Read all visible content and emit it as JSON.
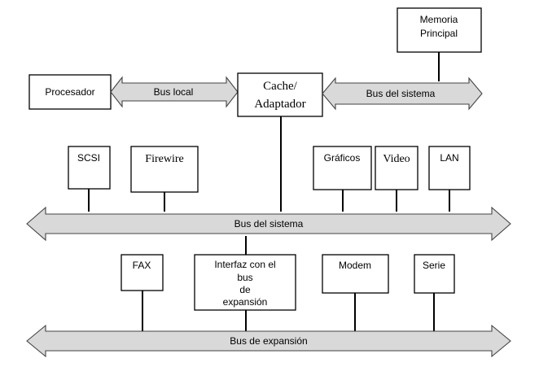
{
  "diagram": {
    "memoria_principal": [
      "Memoria",
      "Principal"
    ],
    "procesador": "Procesador",
    "bus_local": "Bus local",
    "cache_adaptador": [
      "Cache/",
      "Adaptador"
    ],
    "bus_del_sistema_top": "Bus del sistema",
    "scsi": "SCSI",
    "firewire": "Firewire",
    "graficos": "Gráficos",
    "video": "Video",
    "lan": "LAN",
    "bus_del_sistema_mid": "Bus del sistema",
    "fax": "FAX",
    "interfaz_bus_expansion": [
      "Interfaz con el",
      "bus",
      "de",
      "expansión"
    ],
    "modem": "Modem",
    "serie": "Serie",
    "bus_de_expansion": "Bus de expansión"
  },
  "colors": {
    "bus_fill": "#d9d9d9",
    "box_stroke": "#000000",
    "background": "#ffffff"
  }
}
